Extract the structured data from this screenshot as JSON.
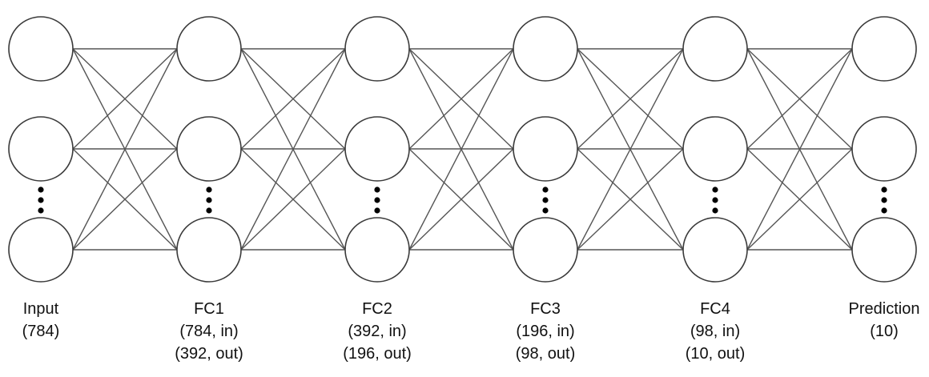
{
  "diagram": {
    "type": "fully-connected-neural-network",
    "layers": [
      {
        "id": "input",
        "label_lines": [
          "Input",
          "(784)"
        ]
      },
      {
        "id": "fc1",
        "label_lines": [
          "FC1",
          "(784, in)",
          "(392, out)"
        ]
      },
      {
        "id": "fc2",
        "label_lines": [
          "FC2",
          "(392, in)",
          "(196, out)"
        ]
      },
      {
        "id": "fc3",
        "label_lines": [
          "FC3",
          "(196, in)",
          "(98, out)"
        ]
      },
      {
        "id": "fc4",
        "label_lines": [
          "FC4",
          "(98, in)",
          "(10, out)"
        ]
      },
      {
        "id": "prediction",
        "label_lines": [
          "Prediction",
          "(10)"
        ]
      }
    ],
    "visible_nodes_per_layer": 3,
    "ellipsis_between_nodes": true,
    "connectivity": "all-to-all between adjacent layers",
    "colors": {
      "node_stroke": "#3a3a3a",
      "edge_stroke": "#555555",
      "dots": "#000000",
      "text": "#111111",
      "background": "#ffffff"
    }
  }
}
